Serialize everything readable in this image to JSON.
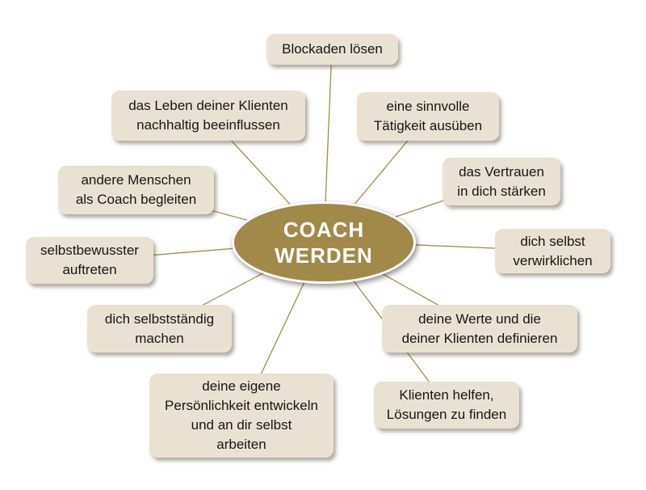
{
  "center": {
    "title": "COACH\nWERDEN"
  },
  "nodes": [
    {
      "id": "blockaden-loesen",
      "label": "Blockaden lösen"
    },
    {
      "id": "leben-beeinflussen",
      "label": "das Leben deiner Klienten\nnachhaltig beeinflussen"
    },
    {
      "id": "sinnvolle-taetigkeit",
      "label": "eine sinnvolle\nTätigkeit ausüben"
    },
    {
      "id": "andere-menschen",
      "label": "andere Menschen\nals Coach begleiten"
    },
    {
      "id": "vertrauen-staerken",
      "label": "das Vertrauen\nin dich stärken"
    },
    {
      "id": "selbstbewusster",
      "label": "selbstbewusster\nauftreten"
    },
    {
      "id": "selbst-verwirklichen",
      "label": "dich selbst\nverwirklichen"
    },
    {
      "id": "selbststaendig-machen",
      "label": "dich selbstständig\nmachen"
    },
    {
      "id": "werte-definieren",
      "label": "deine Werte und die\ndeiner Klienten definieren"
    },
    {
      "id": "persoenlichkeit",
      "label": "deine eigene\nPersönlichkeit entwickeln\nund an dir selbst\narbeiten"
    },
    {
      "id": "klienten-helfen",
      "label": "Klienten helfen,\nLösungen zu finden"
    }
  ],
  "colors": {
    "ellipse_fill": "#A1894A",
    "node_fill": "#E9E2D2",
    "connector_line": "#A28B4C",
    "node_text": "#161616",
    "center_text": "#FFFFFF",
    "background": "#FFFFFF"
  }
}
